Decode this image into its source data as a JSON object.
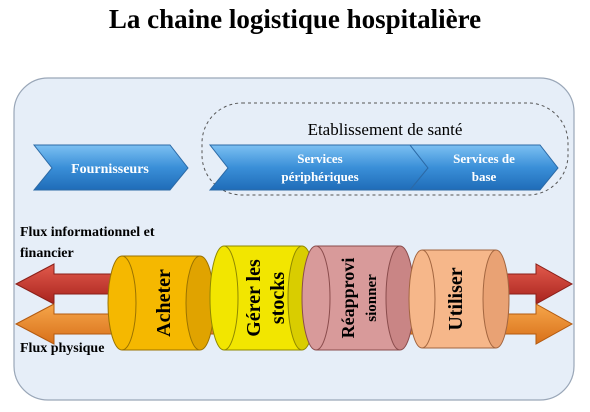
{
  "title": "La chaine logistique hospitalière",
  "establishment_label": "Etablissement de santé",
  "chevrons": [
    {
      "line1": "Fournisseurs",
      "line2": ""
    },
    {
      "line1": "Services",
      "line2": "périphériques"
    },
    {
      "line1": "Services de",
      "line2": "base"
    }
  ],
  "flows": {
    "info_line1": "Flux informationnel et",
    "info_line2": "financier",
    "physical": "Flux physique"
  },
  "cylinders": [
    {
      "line1": "Acheter",
      "line2": "",
      "color": "#f5b800"
    },
    {
      "line1": "Gérer les",
      "line2": "stocks",
      "color": "#f2e600"
    },
    {
      "line1": "Réapprovi",
      "line2": "sionner",
      "color": "#d89a9a"
    },
    {
      "line1": "Utiliser",
      "line2": "",
      "color": "#f6b78a"
    }
  ],
  "colors": {
    "panel": "#e6eef8",
    "chevron": "#3a8fd8",
    "arrow_red": "#c8352e",
    "arrow_orange": "#ec8a2a"
  }
}
